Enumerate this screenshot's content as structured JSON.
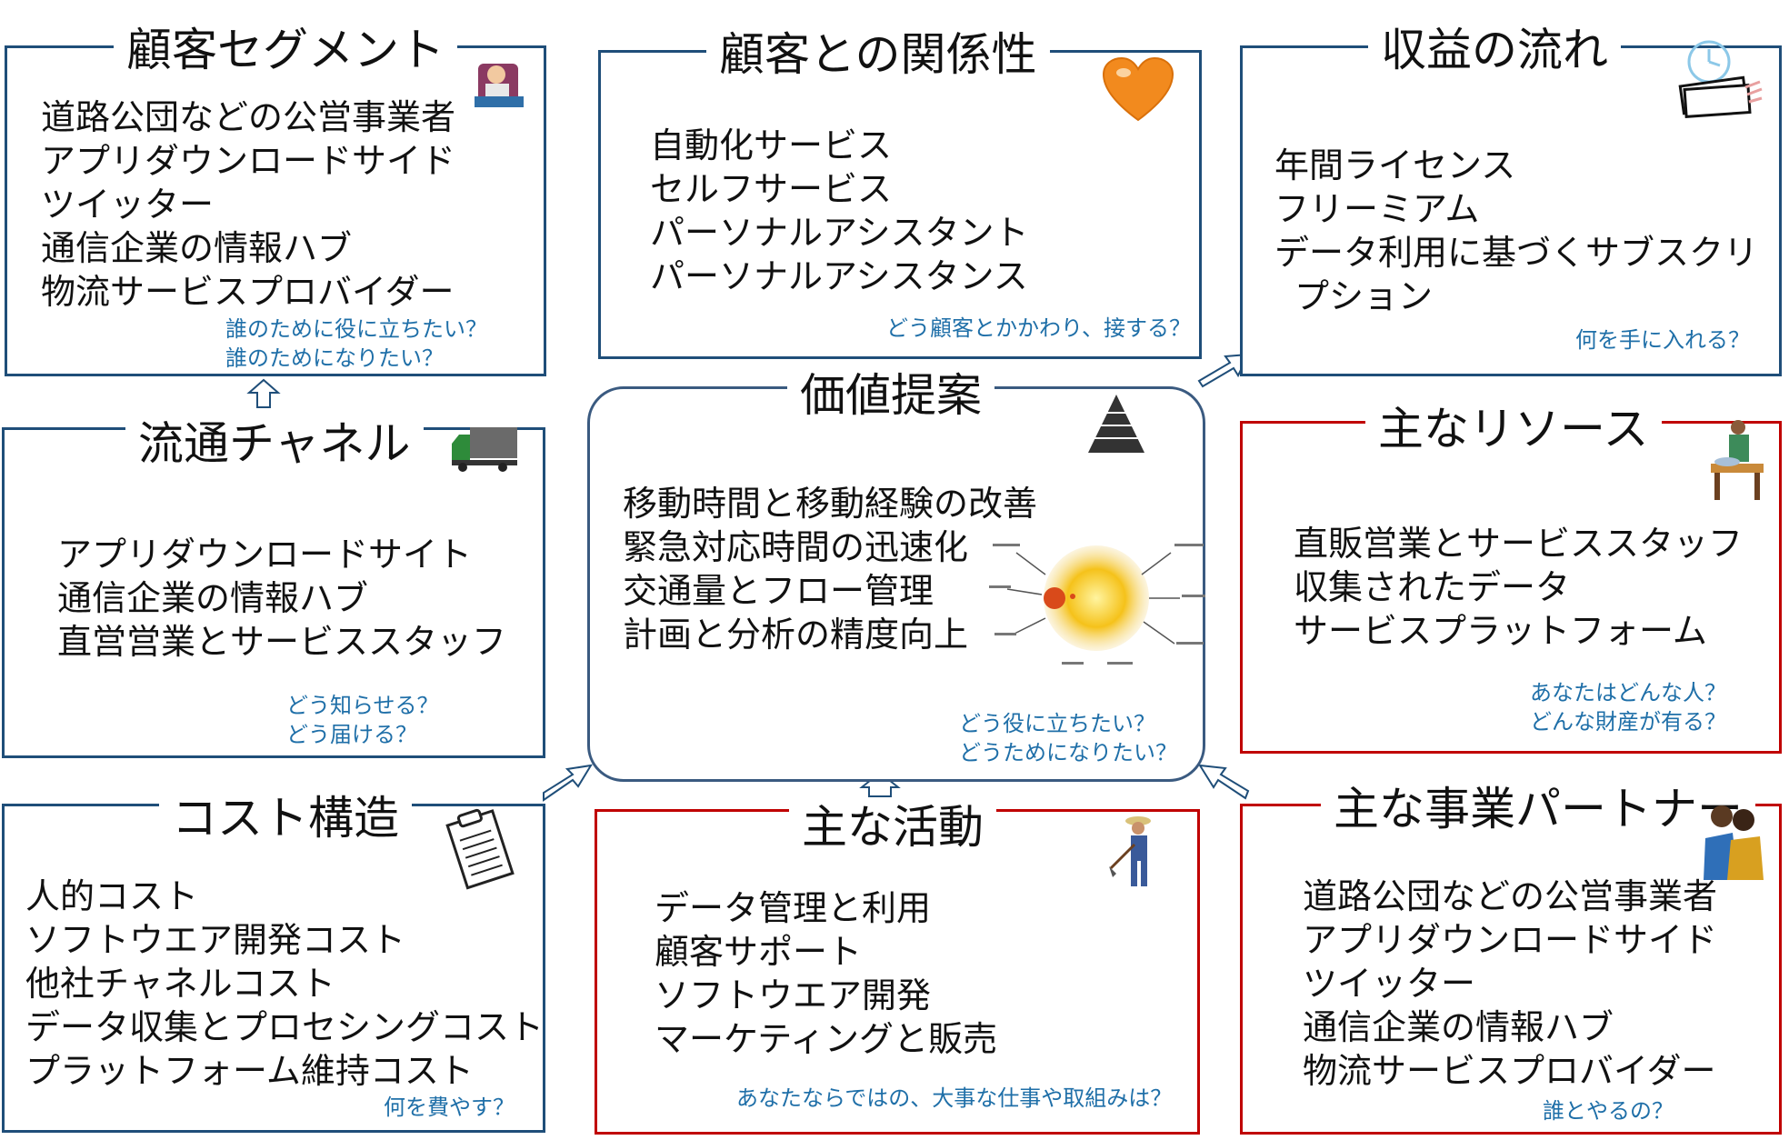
{
  "segments": {
    "title": "顧客セグメント",
    "items": [
      "道路公団などの公営事業者",
      "アプリダウンロードサイド",
      "ツイッター",
      "通信企業の情報ハブ",
      "物流サービスプロバイダー"
    ],
    "question": [
      "誰のために役に立ちたい？",
      "誰のためになりたい？"
    ]
  },
  "relationships": {
    "title": "顧客との関係性",
    "items": [
      "自動化サービス",
      "セルフサービス",
      "パーソナルアシスタント",
      "パーソナルアシスタンス"
    ],
    "question": [
      "どう顧客とかかわり、接する？"
    ]
  },
  "revenue": {
    "title": "収益の流れ",
    "items": [
      "年間ライセンス",
      "フリーミアム",
      "データ利用に基づくサブスクリ",
      "プション"
    ],
    "question": [
      "何を手に入れる？"
    ]
  },
  "channels": {
    "title": "流通チャネル",
    "items": [
      "アプリダウンロードサイト",
      "通信企業の情報ハブ",
      "直営営業とサービススタッフ"
    ],
    "question": [
      "どう知らせる？",
      "どう届ける？"
    ]
  },
  "value": {
    "title": "価値提案",
    "items": [
      "移動時間と移動経験の改善",
      "緊急対応時間の迅速化",
      "交通量とフロー管理",
      "計画と分析の精度向上"
    ],
    "question": [
      "どう役に立ちたい？",
      "どうためになりたい？"
    ]
  },
  "resources": {
    "title": "主なリソース",
    "items": [
      "直販営業とサービススタッフ",
      "収集されたデータ",
      "サービスプラットフォーム"
    ],
    "question": [
      "あなたはどんな人？",
      "どんな財産が有る？"
    ]
  },
  "costs": {
    "title": "コスト構造",
    "items": [
      "人的コスト",
      "ソフトウエア開発コスト",
      "他社チャネルコスト",
      "データ収集とプロセシングコスト",
      "プラットフォーム維持コスト"
    ],
    "question": [
      "何を費やす？"
    ]
  },
  "activities": {
    "title": "主な活動",
    "items": [
      "データ管理と利用",
      "顧客サポート",
      "ソフトウエア開発",
      "マーケティングと販売"
    ],
    "question": [
      "あなたならではの、大事な仕事や取組みは？"
    ]
  },
  "partners": {
    "title": "主な事業パートナー",
    "items": [
      "道路公団などの公営事業者",
      "アプリダウンロードサイド",
      "ツイッター",
      "通信企業の情報ハブ",
      "物流サービスプロバイダー"
    ],
    "question": [
      "誰とやるの？"
    ]
  },
  "colors": {
    "blue_border": "#1f4e79",
    "red_border": "#c00000",
    "question_text": "#1f6fa8"
  },
  "icons": [
    "businessman-icon",
    "heart-icon",
    "money-clock-icon",
    "truck-icon",
    "pyramid-icon",
    "massage-icon",
    "clipboard-icon",
    "farmer-icon",
    "partners-icon",
    "sun-diagram-icon"
  ]
}
